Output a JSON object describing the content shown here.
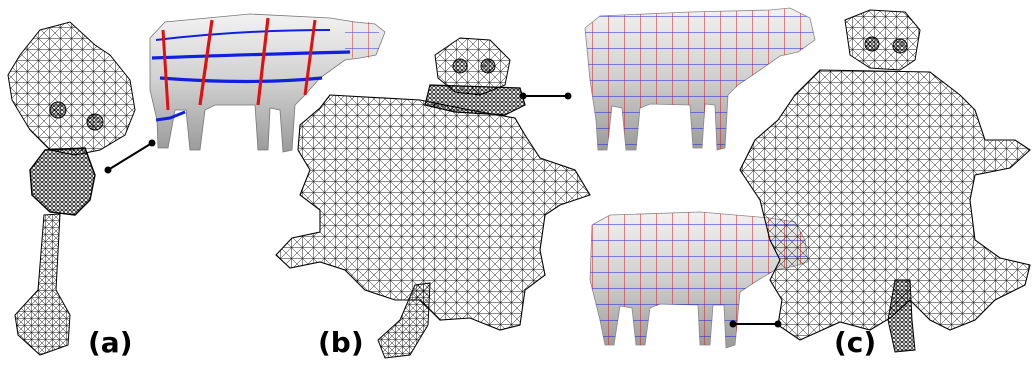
{
  "figure": {
    "panels": [
      {
        "id": "a",
        "label": "(a)"
      },
      {
        "id": "b",
        "label": "(b)"
      },
      {
        "id": "c",
        "label": "(c)"
      }
    ],
    "colors": {
      "mesh_line": "#000000",
      "cow_surface": "#d9d9d9",
      "iso_line_red": "#e01010",
      "iso_line_blue": "#1020e0",
      "background": "#ffffff"
    }
  }
}
